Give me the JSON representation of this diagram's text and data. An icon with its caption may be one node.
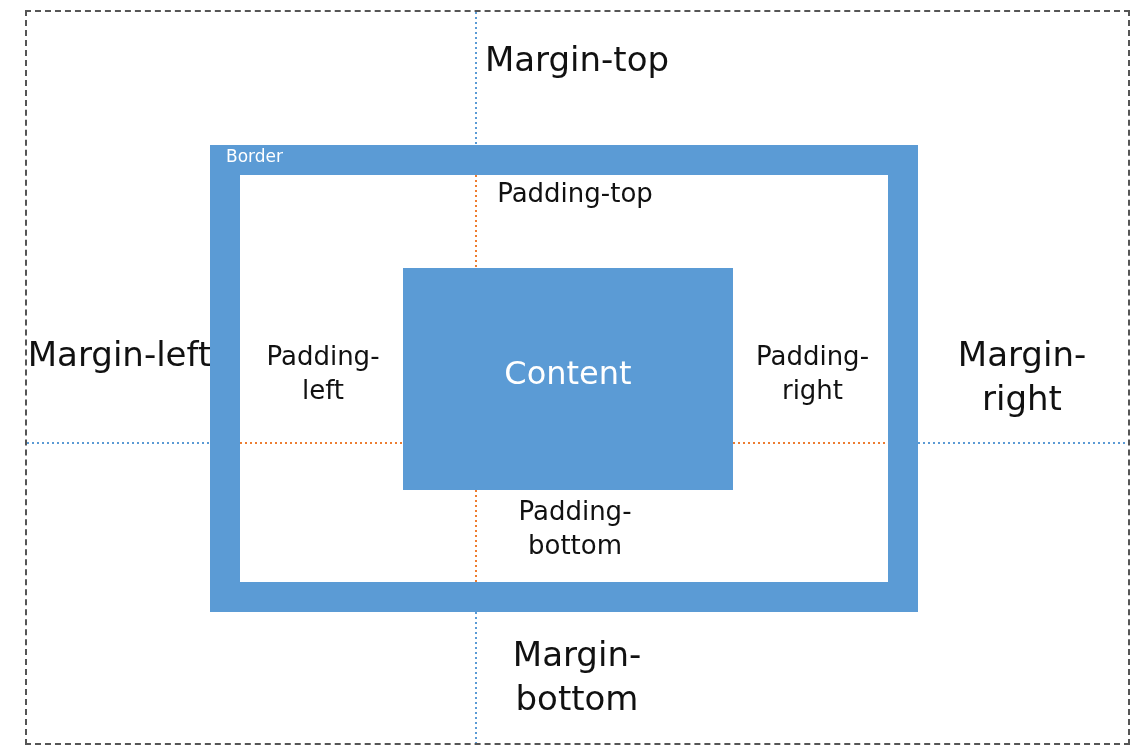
{
  "diagram": {
    "nodes": [
      {
        "text": [
          "Margin-top",
          "Margin-left",
          "Margin-right",
          "Margin-bottom"
        ]
      },
      {
        "text": [
          "Border",
          "Padding-top",
          "Padding-left",
          "Padding-right",
          "Padding-bottom"
        ],
        "in": 0
      },
      {
        "text": [
          "Content"
        ],
        "in": 1
      }
    ],
    "edges": []
  }
}
